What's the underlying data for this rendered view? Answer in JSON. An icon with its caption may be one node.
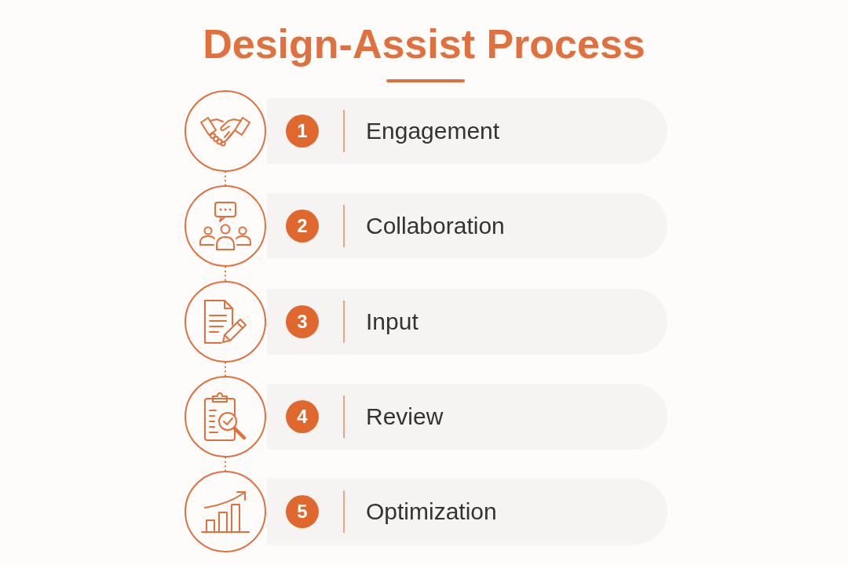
{
  "diagram": {
    "title": "Design-Assist Process",
    "nodes": [
      {
        "text": [],
        "shape": "circle"
      },
      {
        "text": [
          "Engagement"
        ]
      },
      {
        "text": [
          "1"
        ],
        "in": 1
      },
      {
        "text": [],
        "shape": "circle"
      },
      {
        "text": [
          "Collaboration"
        ]
      },
      {
        "text": [
          "2"
        ],
        "in": 4
      },
      {
        "text": [],
        "shape": "circle"
      },
      {
        "text": [
          "Input"
        ]
      },
      {
        "text": [
          "3"
        ],
        "in": 7
      },
      {
        "text": [],
        "shape": "circle"
      },
      {
        "text": [
          "Review"
        ]
      },
      {
        "text": [
          "4"
        ],
        "in": 10
      },
      {
        "text": [],
        "shape": "circle"
      },
      {
        "text": [
          "Optimization"
        ]
      },
      {
        "text": [
          "5"
        ],
        "in": 13
      }
    ],
    "edges": [
      {
        "from": 0,
        "to": 3,
        "arrow": "none",
        "style": "dashed"
      },
      {
        "from": 3,
        "to": 6,
        "arrow": "none",
        "style": "dashed"
      },
      {
        "from": 6,
        "to": 9,
        "arrow": "none",
        "style": "dashed"
      },
      {
        "from": 9,
        "to": 12,
        "arrow": "none",
        "style": "dashed"
      }
    ]
  }
}
